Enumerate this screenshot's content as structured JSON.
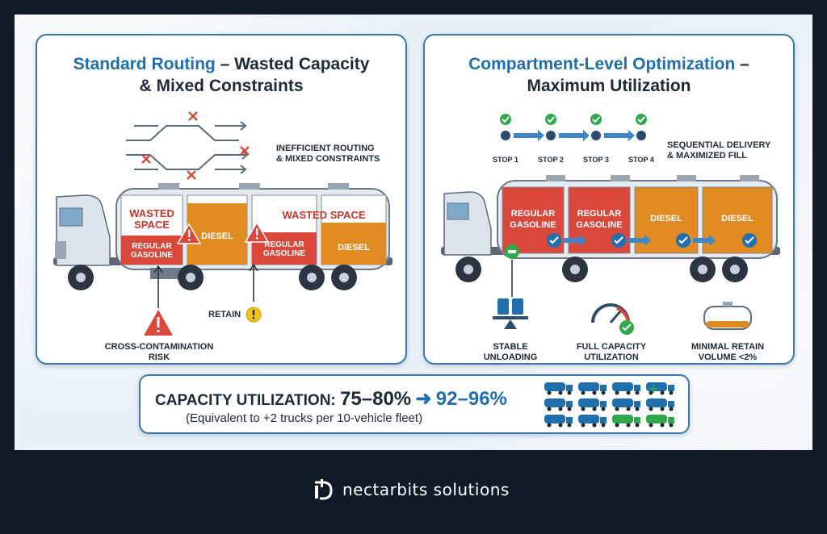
{
  "left_panel": {
    "title_highlight": "Standard Routing",
    "title_rest": " – Wasted Capacity",
    "title_line2": "& Mixed Constraints",
    "routing_label_1": "INEFFICIENT ROUTING",
    "routing_label_2": "& MIXED CONSTRAINTS",
    "wasted_1a": "WASTED",
    "wasted_1b": "SPACE",
    "wasted_2": "WASTED SPACE",
    "compartments": {
      "c1_fuel_a": "REGULAR",
      "c1_fuel_b": "GASOLINE",
      "c2_fuel": "DIESEL",
      "c3_fuel_a": "REGULAR",
      "c3_fuel_b": "GASOLINE",
      "c4_fuel": "DIESEL"
    },
    "retain_label": "RETAIN",
    "risk_label_1": "CROSS-CONTAMINATION",
    "risk_label_2": "RISK"
  },
  "right_panel": {
    "title_highlight": "Compartment-Level Optimization",
    "title_rest": " –",
    "title_line2": "Maximum Utilization",
    "stops": [
      "STOP 1",
      "STOP 2",
      "STOP 3",
      "STOP 4"
    ],
    "sequence_label_1": "SEQUENTIAL DELIVERY",
    "sequence_label_2": "& MAXIMIZED FILL",
    "compartments": {
      "c1_fuel_a": "REGULAR",
      "c1_fuel_b": "GASOLINE",
      "c2_fuel_a": "REGULAR",
      "c2_fuel_b": "GASOLINE",
      "c3_fuel": "DIESEL",
      "c4_fuel": "DIESEL"
    },
    "features": [
      {
        "icon": "barrels-balance-icon",
        "line1": "STABLE",
        "line2": "UNLOADING"
      },
      {
        "icon": "gauge-check-icon",
        "line1": "FULL CAPACITY",
        "line2": "UTILIZATION"
      },
      {
        "icon": "small-tank-icon",
        "line1": "MINIMAL RETAIN",
        "line2": "VOLUME <2%"
      }
    ]
  },
  "summary": {
    "label": "CAPACITY UTILIZATION:",
    "before": "75–80%",
    "after": "92–96%",
    "subtext": "(Equivalent to +2 trucks per 10-vehicle fleet)",
    "fleet_existing": 10,
    "fleet_added": 2
  },
  "brand": {
    "name": "nectarbits solutions"
  },
  "colors": {
    "accent": "#1f6fae",
    "gasoline": "#d9483b",
    "diesel": "#e08a22",
    "check": "#2fa94b",
    "warning": "#e0392b",
    "background": "#111b28"
  }
}
